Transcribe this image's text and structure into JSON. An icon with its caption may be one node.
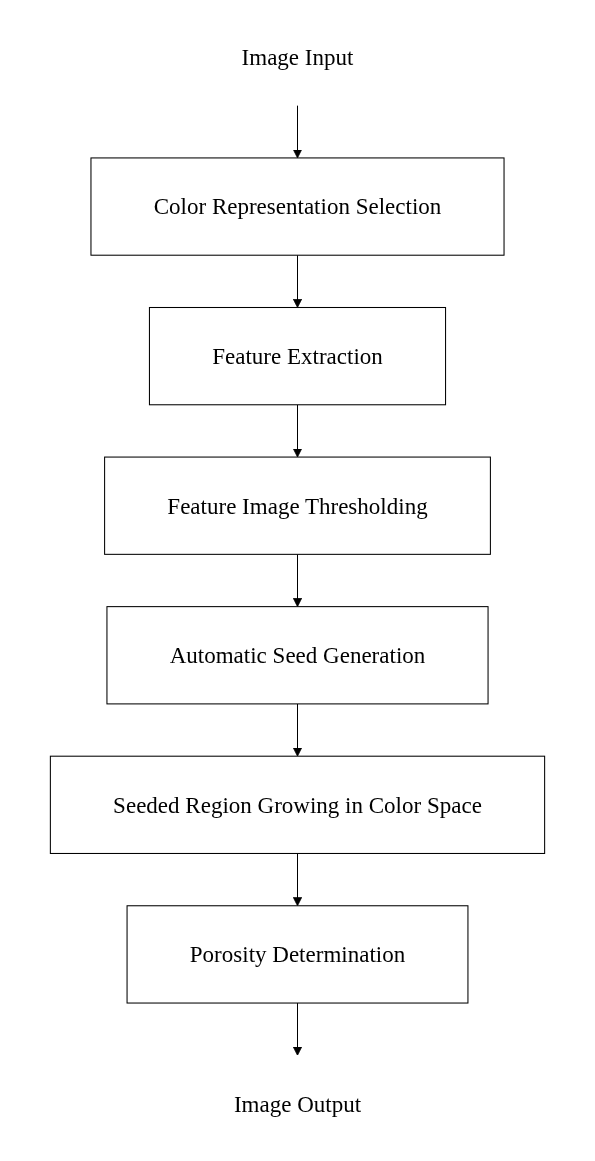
{
  "diagram": {
    "nodes": [
      {
        "text": [
          "Image Input"
        ]
      },
      {
        "text": [
          "Color Representation Selection"
        ]
      },
      {
        "text": [
          "Feature Extraction"
        ]
      },
      {
        "text": [
          "Feature Image Thresholding"
        ]
      },
      {
        "text": [
          "Automatic Seed Generation"
        ]
      },
      {
        "text": [
          "Seeded Region Growing in Color Space"
        ]
      },
      {
        "text": [
          "Porosity Determination"
        ]
      },
      {
        "text": [
          "Image Output"
        ]
      }
    ],
    "edges": [
      {
        "from": 0,
        "to": 1,
        "arrow": "to"
      },
      {
        "from": 1,
        "to": 2,
        "arrow": "to"
      },
      {
        "from": 2,
        "to": 3,
        "arrow": "to"
      },
      {
        "from": 3,
        "to": 4,
        "arrow": "to"
      },
      {
        "from": 4,
        "to": 5,
        "arrow": "to"
      },
      {
        "from": 5,
        "to": 6,
        "arrow": "to"
      },
      {
        "from": 6,
        "to": 7,
        "arrow": "to"
      }
    ]
  }
}
